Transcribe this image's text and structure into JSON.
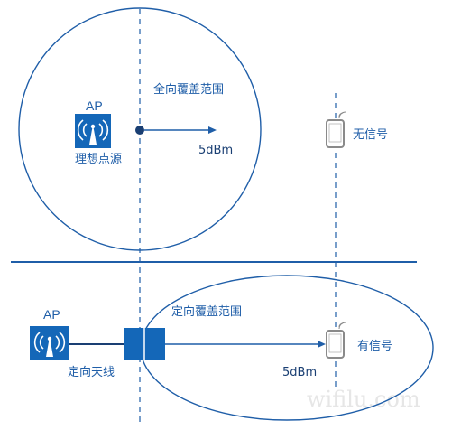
{
  "top": {
    "ap_label": "AP",
    "source_label": "理想点源",
    "coverage_label": "全向覆盖范围",
    "power_label": "5dBm",
    "phone_label": "无信号"
  },
  "bottom": {
    "ap_label": "AP",
    "antenna_label": "定向天线",
    "coverage_label": "定向覆盖范围",
    "power_label": "5dBm",
    "phone_label": "有信号"
  },
  "watermark": "wifilu.com",
  "colors": {
    "line": "#1f5ea8",
    "ap_fill": "#1467b8",
    "phone": "#8a8a8a"
  }
}
